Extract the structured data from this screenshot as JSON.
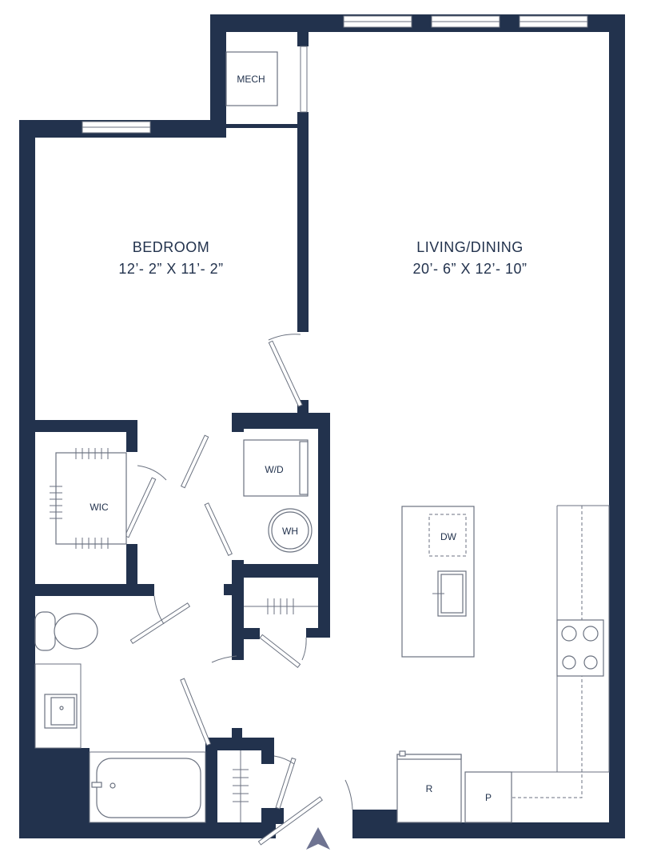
{
  "rooms": {
    "bedroom": {
      "name": "BEDROOM",
      "dimensions": "12’- 2” X 11’- 2”"
    },
    "living": {
      "name": "LIVING/DINING",
      "dimensions": "20’- 6” X 12’- 10”"
    },
    "mech": "MECH",
    "wic": "WIC",
    "washer_dryer": "W/D",
    "water_heater": "WH",
    "dishwasher": "DW",
    "refrigerator": "R",
    "pantry": "P"
  },
  "colors": {
    "wall": "#22324d",
    "entry_arrow": "#6e7391"
  }
}
